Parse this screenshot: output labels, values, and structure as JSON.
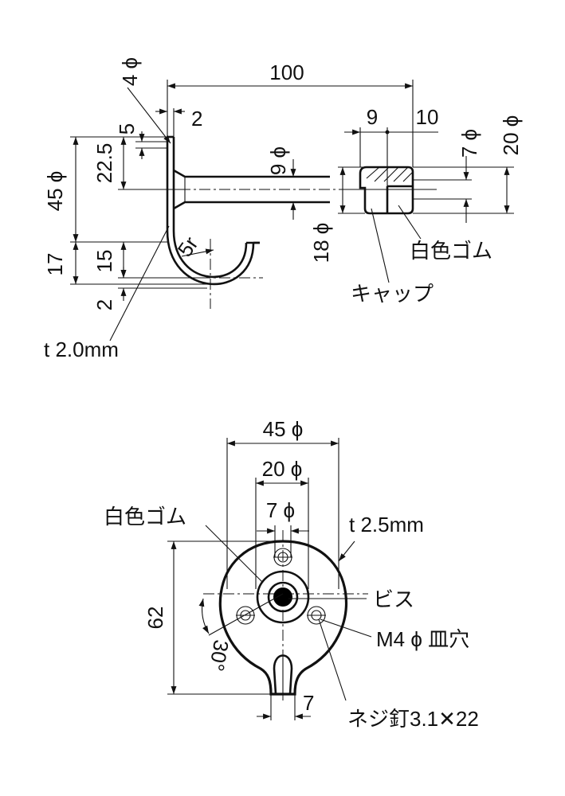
{
  "top_view": {
    "dims": {
      "d_100": "100",
      "d_4phi": "4 ϕ",
      "d_2": "2",
      "d_5": "5",
      "d_9": "9",
      "d_10": "10",
      "d_7phi": "7 ϕ",
      "d_20phi": "20 ϕ",
      "d_9phi": "9 ϕ",
      "d_18phi": "18 ϕ",
      "d_22_5": "22.5",
      "d_45phi": "45 ϕ",
      "d_17": "17",
      "d_15": "15",
      "d_2b": "2",
      "d_5r": "5r"
    },
    "labels": {
      "white_rubber": "白色ゴム",
      "cap": "キャップ",
      "thickness": "t 2.0mm"
    }
  },
  "bottom_view": {
    "dims": {
      "d_45phi": "45 ϕ",
      "d_20phi": "20 ϕ",
      "d_7phi": "7 ϕ",
      "d_62": "62",
      "d_30deg": "30°",
      "d_7": "7"
    },
    "labels": {
      "white_rubber": "白色ゴム",
      "thickness": "t 2.5mm",
      "screw": "ビス",
      "countersink": "M4 ϕ 皿穴",
      "nail": "ネジ釘3.1✕22"
    }
  }
}
